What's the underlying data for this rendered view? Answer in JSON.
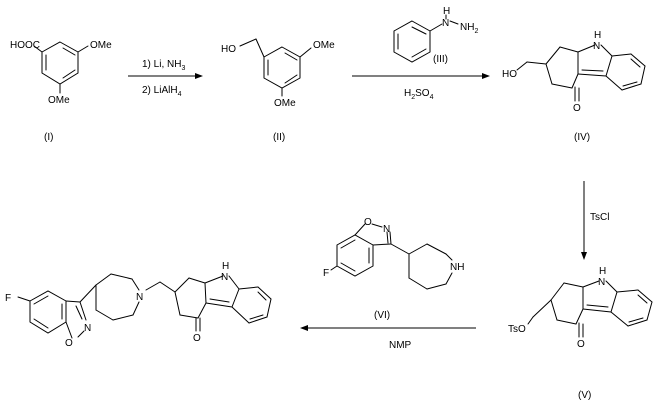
{
  "compounds": {
    "c1": {
      "label": "(I)",
      "acid": "HOOC",
      "ome_top": "OMe",
      "ome_bottom": "OMe"
    },
    "c2": {
      "label": "(II)",
      "ho": "HO",
      "ome_top": "OMe",
      "ome_bottom": "OMe"
    },
    "c3": {
      "label": "(III)",
      "h_top": "H",
      "n": "N",
      "nh2": "NH",
      "nh2_sub": "2"
    },
    "c4": {
      "label": "(IV)",
      "ho": "HO",
      "nh": "H",
      "n": "N",
      "o": "O"
    },
    "c5": {
      "label": "(V)",
      "tso": "TsO",
      "nh": "H",
      "n": "N",
      "o": "O"
    },
    "c6": {
      "label": "(VI)",
      "f": "F",
      "o": "O",
      "n": "N",
      "nh": "NH"
    },
    "c7": {
      "f": "F",
      "o": "O",
      "n_iso": "N",
      "n_pip": "N",
      "n_ind": "N",
      "h_ind": "H",
      "ketone_o": "O"
    }
  },
  "reactions": {
    "r1": {
      "line1": "1) Li, NH",
      "line1_sub": "3",
      "line2": "2) LiAlH",
      "line2_sub": "4"
    },
    "r2": {
      "reagent": "H",
      "reagent_sub1": "2",
      "reagent_mid": "SO",
      "reagent_sub2": "4"
    },
    "r3": {
      "reagent": "TsCl"
    },
    "r4": {
      "reagent": "NMP"
    }
  }
}
